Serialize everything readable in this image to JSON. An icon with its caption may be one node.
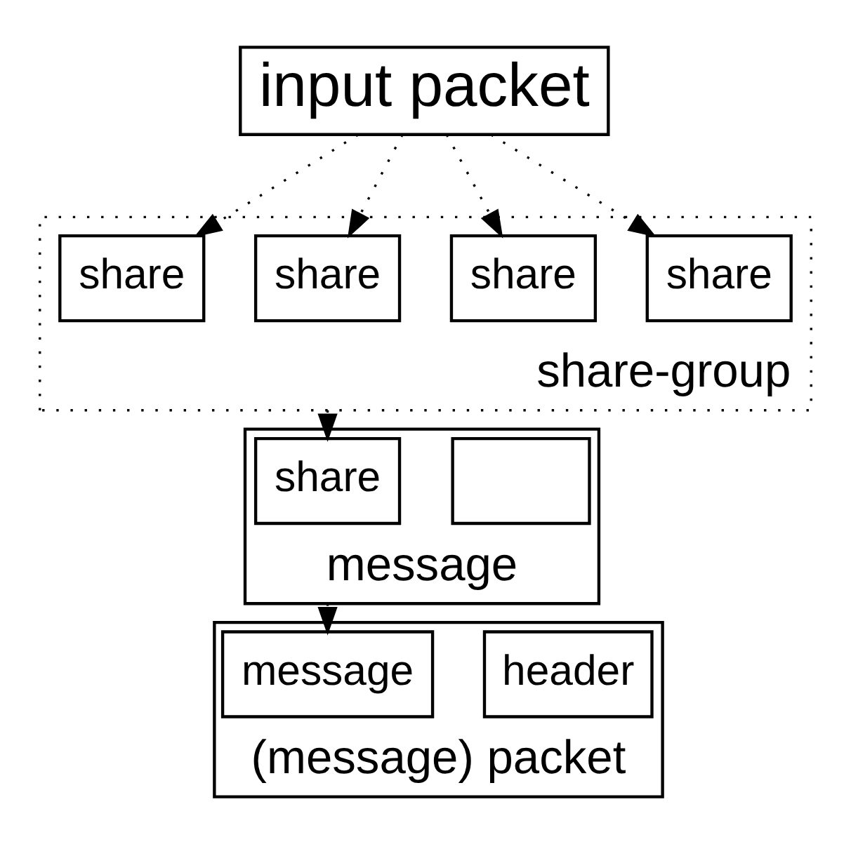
{
  "diagram": {
    "nodes": [
      {
        "text": [
          "input packet"
        ]
      },
      {
        "text": [
          "share-group"
        ]
      },
      {
        "text": [
          "share"
        ],
        "in": 1
      },
      {
        "text": [
          "share"
        ],
        "in": 1
      },
      {
        "text": [
          "share"
        ],
        "in": 1
      },
      {
        "text": [
          "share"
        ],
        "in": 1
      },
      {
        "text": [
          "message"
        ]
      },
      {
        "text": [],
        "shape": "box",
        "in": 6
      },
      {
        "text": [
          "share"
        ],
        "in": 6
      },
      {
        "text": [
          "(message) packet"
        ]
      },
      {
        "text": [
          "header"
        ],
        "in": 9
      },
      {
        "text": [
          "message"
        ],
        "in": 9
      }
    ],
    "edges": [
      {
        "from": 0,
        "to": 2,
        "arrow": "to",
        "style": "dashed"
      },
      {
        "from": 0,
        "to": 3,
        "arrow": "to",
        "style": "dashed"
      },
      {
        "from": 0,
        "to": 4,
        "arrow": "to",
        "style": "dashed"
      },
      {
        "from": 0,
        "to": 5,
        "arrow": "to",
        "style": "dashed"
      },
      {
        "from": 1,
        "to": 8,
        "arrow": "to",
        "style": "dashed"
      },
      {
        "from": 6,
        "to": 11,
        "arrow": "to",
        "style": "dashed"
      }
    ]
  }
}
